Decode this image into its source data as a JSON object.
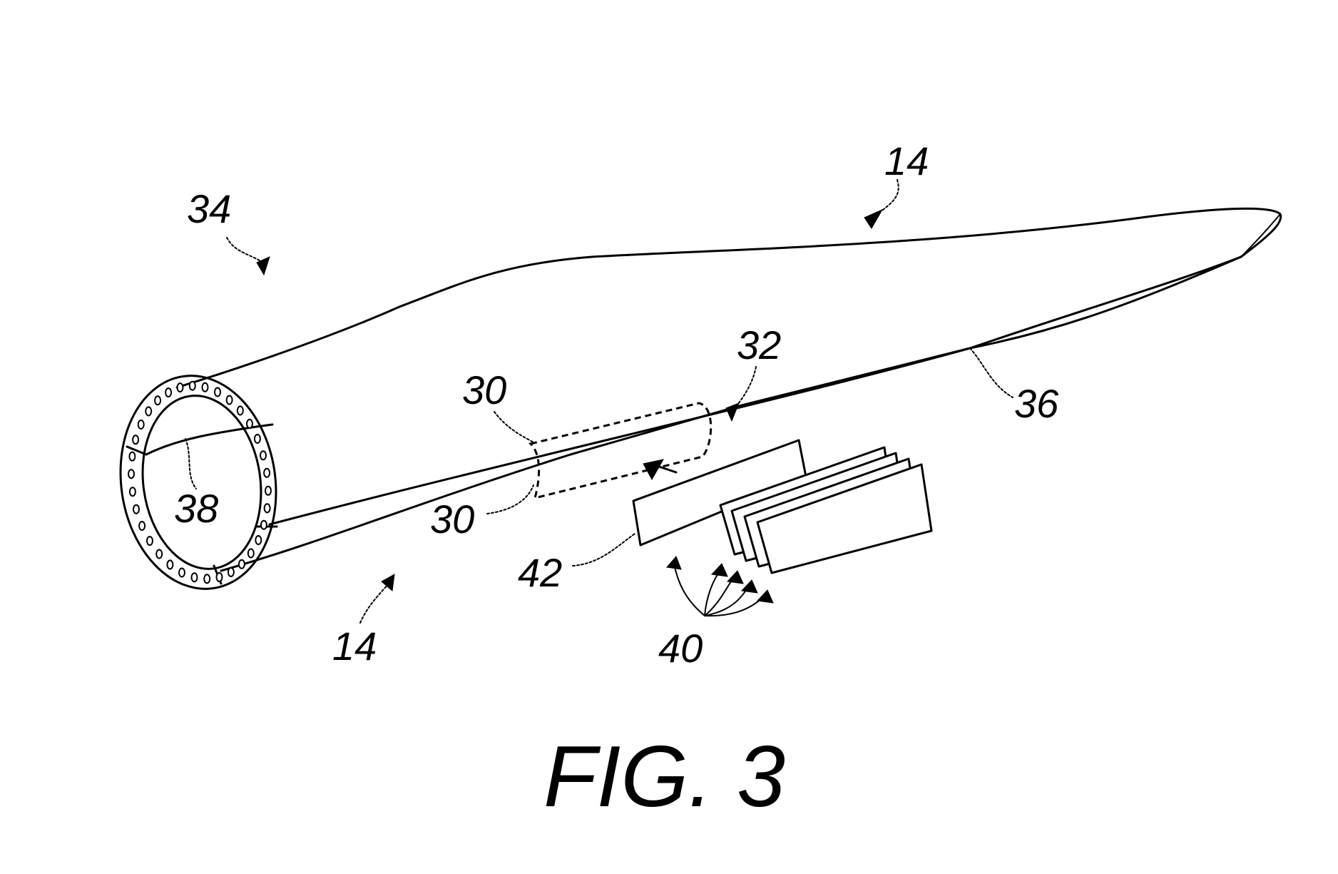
{
  "figure": {
    "caption": "FIG. 3",
    "labels": {
      "blade_top": "14",
      "blade_bottom": "14",
      "assembly": "34",
      "segment_upper": "30",
      "segment_lower": "30",
      "cut_line": "32",
      "spar": "36",
      "web": "38",
      "patch": "42",
      "plies": "40"
    }
  }
}
